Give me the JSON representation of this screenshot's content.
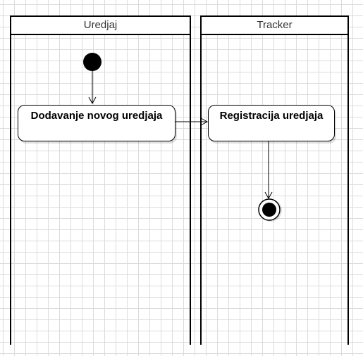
{
  "lanes": [
    {
      "label": "Uredjaj"
    },
    {
      "label": "Tracker"
    }
  ],
  "actions": [
    {
      "label": "Dodavanje novog uredjaja"
    },
    {
      "label": "Registracija uredjaja"
    }
  ],
  "colors": {
    "stroke": "#000000",
    "grid": "#dcdcdc",
    "background": "#ffffff"
  }
}
